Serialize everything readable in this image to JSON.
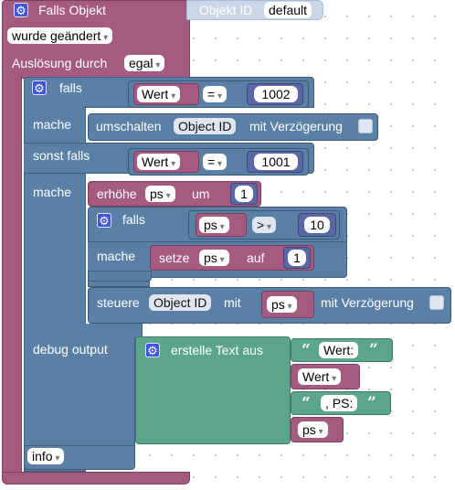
{
  "header": {
    "label": "Falls Objekt",
    "object_id_label": "Objekt ID",
    "object_id_value": "default"
  },
  "trigger": {
    "change_option": "wurde geändert",
    "triggered_by_label": "Auslösung durch",
    "triggered_by_value": "egal"
  },
  "if_block": {
    "if_label": "falls",
    "do_label": "mache",
    "else_if_label": "sonst falls",
    "do2_label": "mache",
    "cond1": {
      "left": "Wert",
      "op": "=",
      "right": "1002"
    },
    "toggle": {
      "label": "umschalten",
      "object_id": "Object ID",
      "suffix": "mit Verzögerung"
    },
    "cond2": {
      "left": "Wert",
      "op": "=",
      "right": "1001"
    },
    "increment": {
      "label": "erhöhe",
      "var": "ps",
      "by": "um",
      "value": "1"
    },
    "inner_if": {
      "if_label": "falls",
      "do_label": "mache",
      "cond": {
        "left": "ps",
        "op": ">",
        "right": "10"
      },
      "set": {
        "label": "setze",
        "var": "ps",
        "to": "auf",
        "value": "1"
      }
    },
    "control": {
      "label": "steuere",
      "object_id": "Object ID",
      "with": "mit",
      "var": "ps",
      "suffix": "mit Verzögerung"
    }
  },
  "debug": {
    "label": "debug output",
    "create_text_label": "erstelle Text aus",
    "items": [
      "Wert:",
      "Wert",
      ", PS:",
      "ps"
    ],
    "level": "info"
  },
  "colors": {
    "event": "#a55b80",
    "logic": "#5b80a5",
    "text": "#5ba58c",
    "math": "#5b67a5",
    "gear": "#3e54d9"
  }
}
